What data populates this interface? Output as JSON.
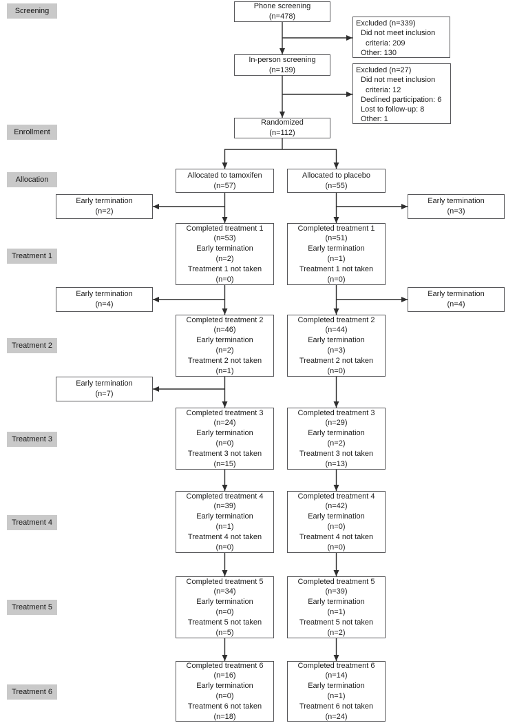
{
  "palette": {
    "background": "#ffffff",
    "box_border": "#57575a",
    "stage_label_bg": "#c9c9c9",
    "arrow": "#2e2e2e",
    "text": "#1c1c1c"
  },
  "stages": [
    "Screening",
    "Enrollment",
    "Allocation",
    "Treatment 1",
    "Treatment 2",
    "Treatment 3",
    "Treatment 4",
    "Treatment 5",
    "Treatment 6"
  ],
  "boxes": {
    "phone_screening": [
      "Phone screening",
      "(n=478)"
    ],
    "excluded_phone": [
      "Excluded (n=339)",
      "Did not meet inclusion",
      "criteria: 209",
      "Other: 130"
    ],
    "in_person_screening": [
      "In-person screening",
      "(n=139)"
    ],
    "excluded_in_person": [
      "Excluded (n=27)",
      "Did not meet inclusion",
      "criteria: 12",
      "Declined participation: 6",
      "Lost to follow-up: 8",
      "Other: 1"
    ],
    "randomized": [
      "Randomized",
      "(n=112)"
    ],
    "allocated_tamoxifen": [
      "Allocated to tamoxifen",
      "(n=57)"
    ],
    "allocated_placebo": [
      "Allocated to placebo",
      "(n=55)"
    ],
    "early_term_alloc_left": [
      "Early termination",
      "(n=2)"
    ],
    "early_term_alloc_right": [
      "Early termination",
      "(n=3)"
    ],
    "t1_left": [
      "Completed treatment 1",
      "(n=53)",
      "Early termination",
      "(n=2)",
      "Treatment 1 not taken",
      "(n=0)"
    ],
    "t1_right": [
      "Completed treatment 1",
      "(n=51)",
      "Early termination",
      "(n=1)",
      "Treatment 1 not taken",
      "(n=0)"
    ],
    "early_term_t1_left": [
      "Early termination",
      "(n=4)"
    ],
    "early_term_t1_right": [
      "Early termination",
      "(n=4)"
    ],
    "t2_left": [
      "Completed treatment 2",
      "(n=46)",
      "Early termination",
      "(n=2)",
      "Treatment 2 not taken",
      "(n=1)"
    ],
    "t2_right": [
      "Completed treatment 2",
      "(n=44)",
      "Early termination",
      "(n=3)",
      "Treatment 2 not taken",
      "(n=0)"
    ],
    "early_term_t2_left": [
      "Early termination",
      "(n=7)"
    ],
    "t3_left": [
      "Completed treatment 3",
      "(n=24)",
      "Early termination",
      "(n=0)",
      "Treatment 3 not taken",
      "(n=15)"
    ],
    "t3_right": [
      "Completed treatment 3",
      "(n=29)",
      "Early termination",
      "(n=2)",
      "Treatment 3 not taken",
      "(n=13)"
    ],
    "t4_left": [
      "Completed treatment 4",
      "(n=39)",
      "Early termination",
      "(n=1)",
      "Treatment 4 not taken",
      "(n=0)"
    ],
    "t4_right": [
      "Completed treatment 4",
      "(n=42)",
      "Early termination",
      "(n=0)",
      "Treatment 4 not taken",
      "(n=0)"
    ],
    "t5_left": [
      "Completed treatment 5",
      "(n=34)",
      "Early termination",
      "(n=0)",
      "Treatment 5 not taken",
      "(n=5)"
    ],
    "t5_right": [
      "Completed treatment 5",
      "(n=39)",
      "Early termination",
      "(n=1)",
      "Treatment 5 not taken",
      "(n=2)"
    ],
    "t6_left": [
      "Completed treatment 6",
      "(n=16)",
      "Early termination",
      "(n=0)",
      "Treatment 6 not taken",
      "(n=18)"
    ],
    "t6_right": [
      "Completed treatment 6",
      "(n=14)",
      "Early termination",
      "(n=1)",
      "Treatment 6 not taken",
      "(n=24)"
    ]
  }
}
